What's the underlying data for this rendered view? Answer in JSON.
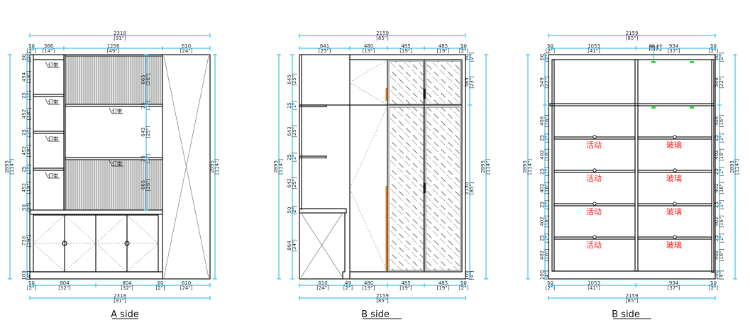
{
  "colors": {
    "dimension_line": "#19b4ea",
    "outline": "#111111",
    "annotation_red": "#ff1a1a",
    "light_green": "#33dd33",
    "handle_orange": "#ff7a00"
  },
  "panels": [
    {
      "title": "A side",
      "top_overall": {
        "mm": "2318",
        "in": "[91\"]"
      },
      "bottom_overall": {
        "mm": "2318",
        "in": "[91\"]"
      },
      "top_segments": [
        {
          "mm": "50",
          "in": "[2\"]"
        },
        {
          "mm": "366",
          "in": "[14\"]"
        },
        {
          "mm": "1256",
          "in": "[49\"]"
        },
        {
          "mm": "610",
          "in": "[24\"]"
        }
      ],
      "bottom_segments": [
        {
          "mm": "50",
          "in": "[2\"]"
        },
        {
          "mm": "804",
          "in": "[32\"]"
        },
        {
          "mm": "804",
          "in": "[32\"]"
        },
        {
          "mm": "50",
          "in": "[2\"]"
        },
        {
          "mm": "610",
          "in": "[24\"]"
        }
      ],
      "left_segments": [
        {
          "mm": "60",
          "in": "[2\"]"
        },
        {
          "mm": "454",
          "in": "[18\"]"
        },
        {
          "mm": "25",
          "in": "[1\"]"
        },
        {
          "mm": "452",
          "in": "[18\"]"
        },
        {
          "mm": "25",
          "in": "[1\"]"
        },
        {
          "mm": "452",
          "in": "[18\"]"
        },
        {
          "mm": "25",
          "in": "[1\"]"
        },
        {
          "mm": "452",
          "in": "[18\"]"
        },
        {
          "mm": "50",
          "in": "[2\"]"
        },
        {
          "mm": "730",
          "in": "[29\"]"
        },
        {
          "mm": "100",
          "in": "[4\"]"
        }
      ],
      "left_overall": {
        "mm": "2895",
        "in": "[114\"]"
      },
      "right_overall": {
        "mm": "2895",
        "in": "[114\"]"
      },
      "inner_segments": [
        {
          "mm": "665",
          "in": "[26\"]"
        },
        {
          "mm": "25",
          "in": "[1\"]"
        },
        {
          "mm": "643",
          "in": "[25\"]"
        },
        {
          "mm": "25",
          "in": "[1\"]"
        },
        {
          "mm": "665",
          "in": "[26\"]"
        }
      ],
      "light_strip_label": "灯带"
    },
    {
      "title": "B side",
      "top_overall": {
        "mm": "2159",
        "in": "[85\"]"
      },
      "bottom_overall": {
        "mm": "2159",
        "in": "[85\"]"
      },
      "top_segments": [
        {
          "mm": "641",
          "in": "[25\"]"
        },
        {
          "mm": "480",
          "in": "[19\"]"
        },
        {
          "mm": "485",
          "in": "[19\"]"
        },
        {
          "mm": "485",
          "in": "[19\"]"
        },
        {
          "mm": "50",
          "in": "[2\"]"
        }
      ],
      "bottom_segments": [
        {
          "mm": "610",
          "in": "[24\"]"
        },
        {
          "mm": "49",
          "in": "[2\"]"
        },
        {
          "mm": "480",
          "in": "[19\"]"
        },
        {
          "mm": "485",
          "in": "[19\"]"
        },
        {
          "mm": "485",
          "in": "[19\"]"
        },
        {
          "mm": "50",
          "in": "[2\"]"
        }
      ],
      "left_segments": [
        {
          "mm": "645",
          "in": "[25\"]"
        },
        {
          "mm": "25",
          "in": "[1\"]"
        },
        {
          "mm": "643",
          "in": "[25\"]"
        },
        {
          "mm": "25",
          "in": "[1\"]"
        },
        {
          "mm": "643",
          "in": "[25\"]"
        },
        {
          "mm": "50",
          "in": "[2\"]"
        },
        {
          "mm": "864",
          "in": "[34\"]"
        }
      ],
      "left_overall": {
        "mm": "2895",
        "in": "[114\"]"
      },
      "right_segments": [
        {
          "mm": "60",
          "in": "[2\"]"
        },
        {
          "mm": "585",
          "in": "[23\"]"
        },
        {
          "mm": "2150",
          "in": "[85\"]"
        },
        {
          "mm": "100",
          "in": "[4\"]"
        }
      ],
      "right_overall": {
        "mm": "2895",
        "in": "[114\"]"
      }
    },
    {
      "title": "B side",
      "top_overall": {
        "mm": "2159",
        "in": "[85\"]"
      },
      "bottom_overall": {
        "mm": "2159",
        "in": "[85\"]"
      },
      "top_segments": [
        {
          "mm": "50",
          "in": "[2\"]"
        },
        {
          "mm": "1053",
          "in": "[41\"]"
        },
        {
          "mm": "934",
          "in": "[37\"]"
        },
        {
          "mm": "50",
          "in": "[2\"]"
        }
      ],
      "bottom_segments": [
        {
          "mm": "50",
          "in": "[2\"]"
        },
        {
          "mm": "1053",
          "in": "[41\"]"
        },
        {
          "mm": "934",
          "in": "[37\"]"
        },
        {
          "mm": "50",
          "in": "[2\"]"
        }
      ],
      "left_segments": [
        {
          "mm": "60",
          "in": "[2\"]"
        },
        {
          "mm": "549",
          "in": "[22\"]"
        },
        {
          "mm": "406",
          "in": "[16\"]"
        },
        {
          "mm": "25",
          "in": "[1\"]"
        },
        {
          "mm": "402",
          "in": "[16\"]"
        },
        {
          "mm": "25",
          "in": "[1\"]"
        },
        {
          "mm": "402",
          "in": "[16\"]"
        },
        {
          "mm": "25",
          "in": "[1\"]"
        },
        {
          "mm": "402",
          "in": "[16\"]"
        },
        {
          "mm": "25",
          "in": "[1\"]"
        },
        {
          "mm": "402",
          "in": "[16\"]"
        },
        {
          "mm": "100",
          "in": "[4\"]"
        }
      ],
      "right_segments": [
        {
          "mm": "60",
          "in": "[2\"]"
        },
        {
          "mm": "549",
          "in": "[22\"]"
        },
        {
          "mm": "406",
          "in": "[16\"]"
        },
        {
          "mm": "25",
          "in": "[1\"]"
        },
        {
          "mm": "402",
          "in": "[16\"]"
        },
        {
          "mm": "25",
          "in": "[1\"]"
        },
        {
          "mm": "402",
          "in": "[16\"]"
        },
        {
          "mm": "25",
          "in": "[1\"]"
        },
        {
          "mm": "402",
          "in": "[16\"]"
        },
        {
          "mm": "25",
          "in": "[1\"]"
        },
        {
          "mm": "402",
          "in": "[16\"]"
        },
        {
          "mm": "100",
          "in": "[4\"]"
        }
      ],
      "left_overall": {
        "mm": "2895",
        "in": "[114\"]"
      },
      "right_overall": {
        "mm": "2895",
        "in": "[114\"]"
      },
      "downlight_label": "筒灯",
      "shelf_labels": {
        "left": "活动",
        "right": "玻璃"
      }
    }
  ]
}
